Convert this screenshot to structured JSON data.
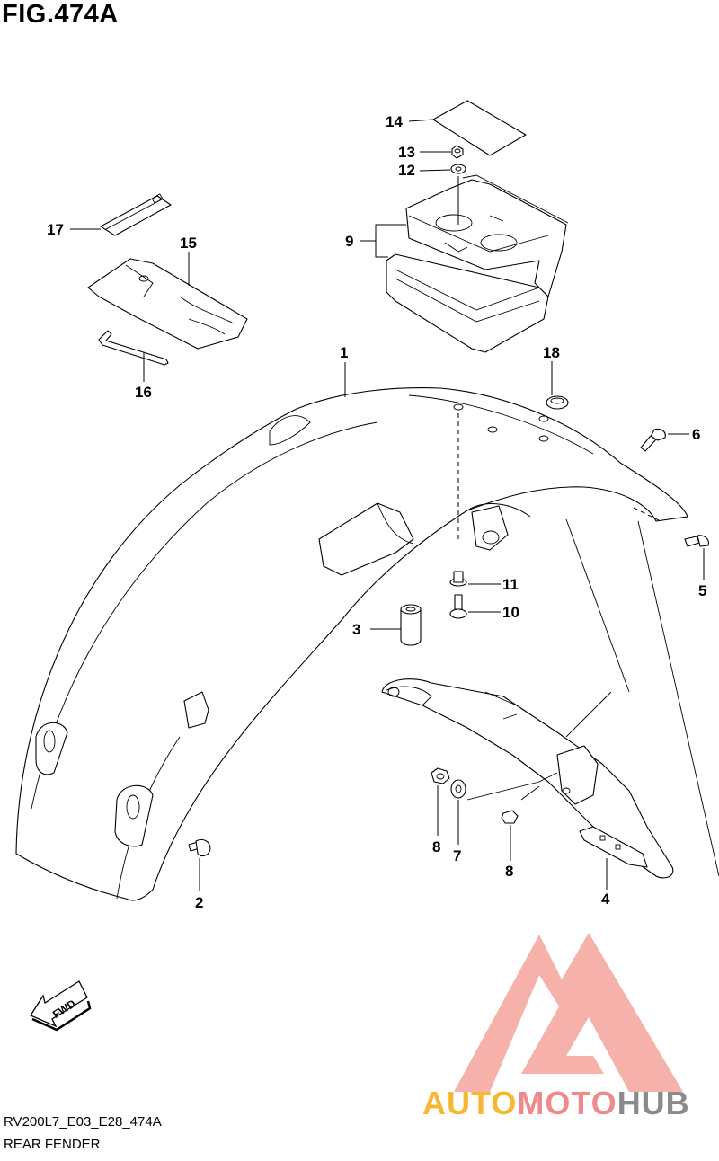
{
  "figure": {
    "title": "FIG.474A",
    "code": "RV200L7_E03_E28_474A",
    "caption": "REAR FENDER",
    "fwd_label": "FWD"
  },
  "watermark": {
    "brand_parts": [
      "AUTO",
      "MOTO",
      "HUB"
    ],
    "colors": {
      "auto": "#f7b733",
      "moto": "#f08a8a",
      "hub": "#8a8a8a",
      "logo": "#f4a39b"
    }
  },
  "callouts": [
    {
      "id": "1",
      "label": "1"
    },
    {
      "id": "2",
      "label": "2"
    },
    {
      "id": "3",
      "label": "3"
    },
    {
      "id": "4",
      "label": "4"
    },
    {
      "id": "5",
      "label": "5"
    },
    {
      "id": "6",
      "label": "6"
    },
    {
      "id": "7",
      "label": "7"
    },
    {
      "id": "8a",
      "label": "8"
    },
    {
      "id": "8b",
      "label": "8"
    },
    {
      "id": "9",
      "label": "9"
    },
    {
      "id": "10",
      "label": "10"
    },
    {
      "id": "11",
      "label": "11"
    },
    {
      "id": "12",
      "label": "12"
    },
    {
      "id": "13",
      "label": "13"
    },
    {
      "id": "14",
      "label": "14"
    },
    {
      "id": "15",
      "label": "15"
    },
    {
      "id": "16",
      "label": "16"
    },
    {
      "id": "17",
      "label": "17"
    },
    {
      "id": "18",
      "label": "18"
    }
  ]
}
